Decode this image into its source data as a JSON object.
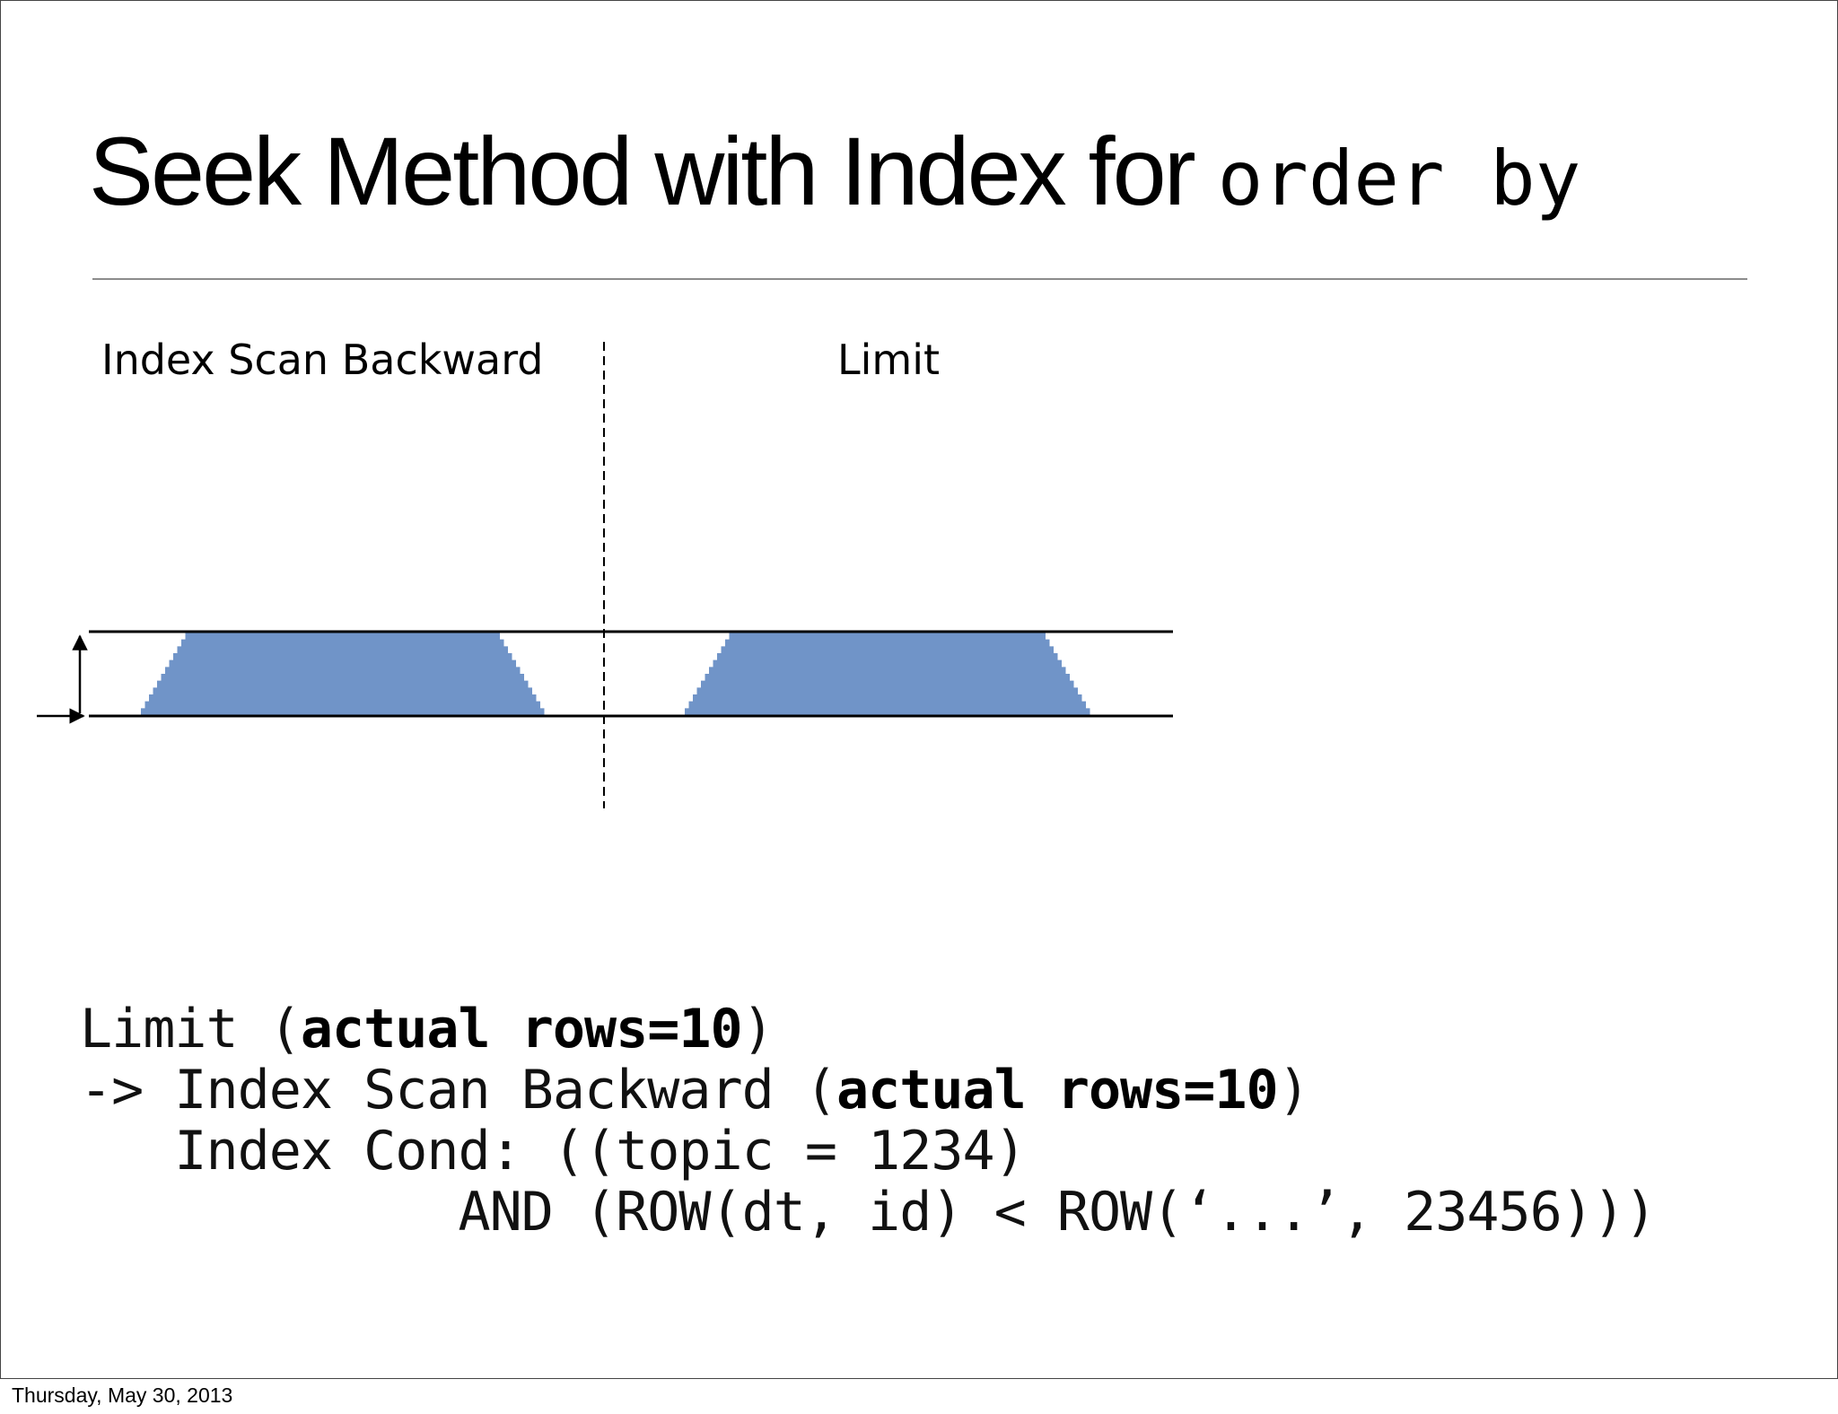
{
  "slide": {
    "title_text": "Seek Method with Index for ",
    "title_code": "order by"
  },
  "diagram": {
    "left_label": "Index Scan Backward",
    "right_label": "Limit",
    "fill_color": "#7094c8",
    "line_color": "#000000"
  },
  "query_plan": {
    "line1_pre": "Limit (",
    "line1_bold": "actual rows=10",
    "line1_post": ")",
    "line2_pre": "-> Index Scan Backward (",
    "line2_bold": "actual rows=10",
    "line2_post": ")",
    "line3": "   Index Cond: ((topic = 1234)",
    "line4": "            AND (ROW(dt, id) < ROW(‘...’, 23456)))"
  },
  "footer": {
    "date": "Thursday, May 30, 2013"
  }
}
